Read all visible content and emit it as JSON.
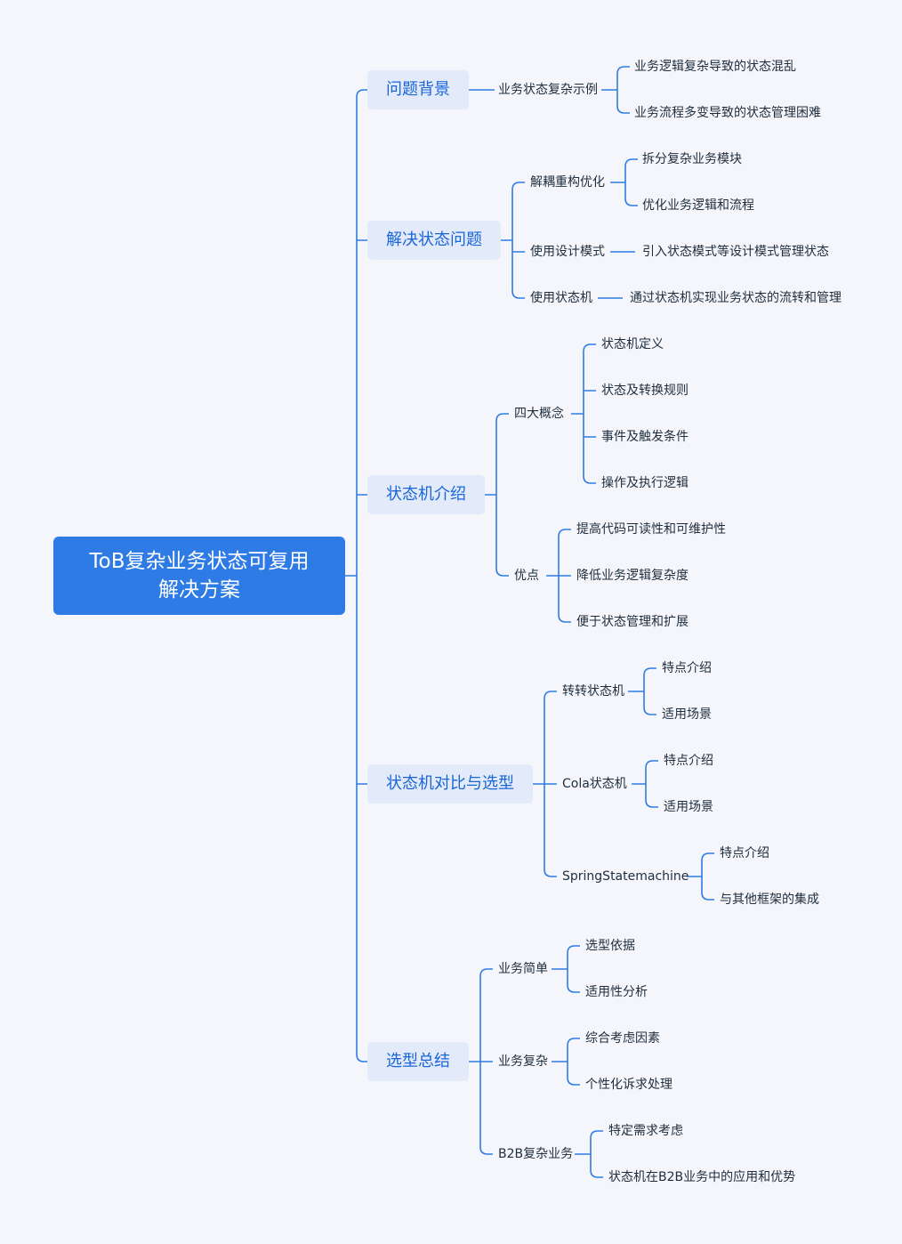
{
  "root": {
    "line1": "ToB复杂业务状态可复用",
    "line2": "解决方案"
  },
  "line_color": "#2f7be5",
  "sections": [
    {
      "label": "问题背景",
      "children": [
        {
          "label": "业务状态复杂示例",
          "children": [
            "业务逻辑复杂导致的状态混乱",
            "业务流程多变导致的状态管理困难"
          ]
        }
      ]
    },
    {
      "label": "解决状态问题",
      "children": [
        {
          "label": "解耦重构优化",
          "children": [
            "拆分复杂业务模块",
            "优化业务逻辑和流程"
          ]
        },
        {
          "label": "使用设计模式",
          "children": [
            "引入状态模式等设计模式管理状态"
          ]
        },
        {
          "label": "使用状态机",
          "children": [
            "通过状态机实现业务状态的流转和管理"
          ]
        }
      ]
    },
    {
      "label": "状态机介绍",
      "children": [
        {
          "label": "四大概念",
          "children": [
            "状态机定义",
            "状态及转换规则",
            "事件及触发条件",
            "操作及执行逻辑"
          ]
        },
        {
          "label": "优点",
          "children": [
            "提高代码可读性和可维护性",
            "降低业务逻辑复杂度",
            "便于状态管理和扩展"
          ]
        }
      ]
    },
    {
      "label": "状态机对比与选型",
      "children": [
        {
          "label": "转转状态机",
          "children": [
            "特点介绍",
            "适用场景"
          ]
        },
        {
          "label": "Cola状态机",
          "children": [
            "特点介绍",
            "适用场景"
          ]
        },
        {
          "label": "SpringStatemachine",
          "children": [
            "特点介绍",
            "与其他框架的集成"
          ]
        }
      ]
    },
    {
      "label": "选型总结",
      "children": [
        {
          "label": "业务简单",
          "children": [
            "选型依据",
            "适用性分析"
          ]
        },
        {
          "label": "业务复杂",
          "children": [
            "综合考虑因素",
            "个性化诉求处理"
          ]
        },
        {
          "label": "B2B复杂业务",
          "children": [
            "特定需求考虑",
            "状态机在B2B业务中的应用和优势"
          ]
        }
      ]
    }
  ]
}
